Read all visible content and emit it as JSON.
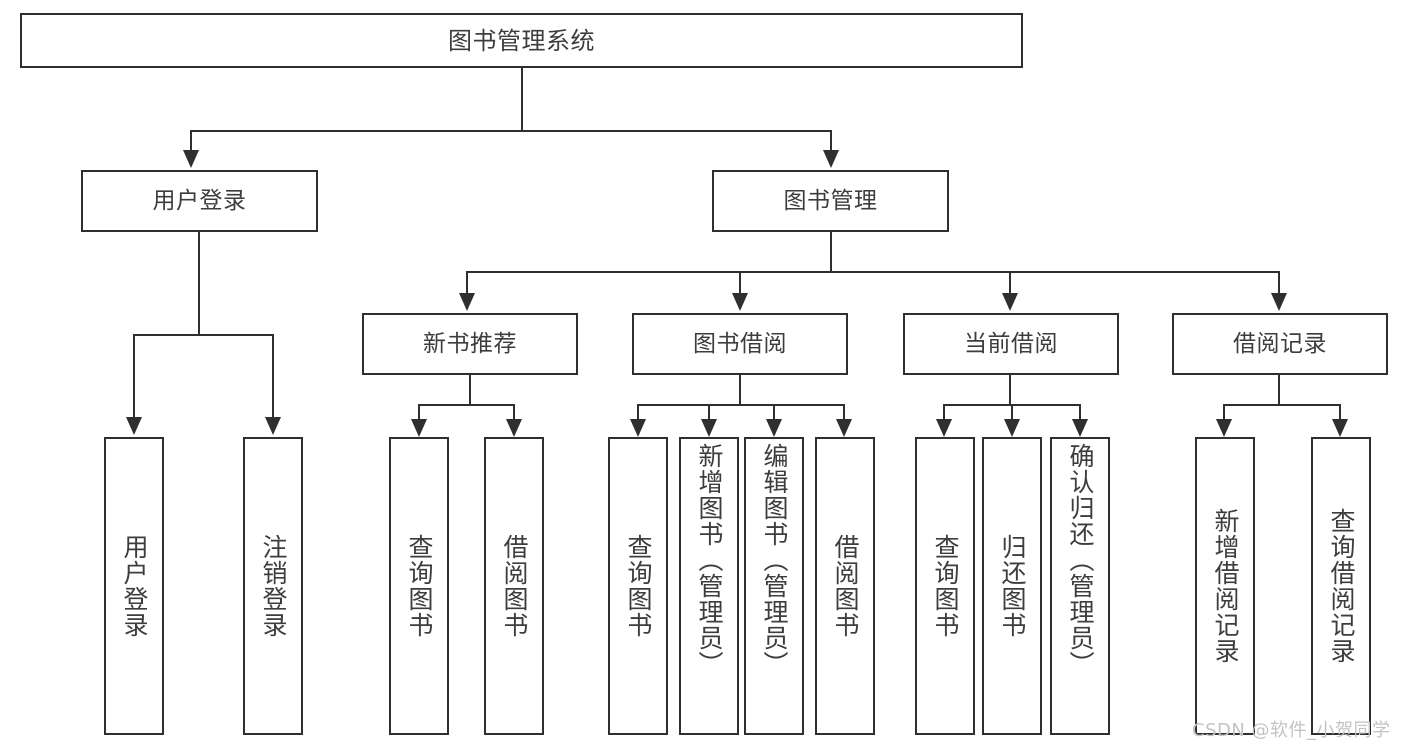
{
  "diagram": {
    "title": "图书管理系统",
    "type": "hierarchy-tree",
    "levels": 4
  },
  "root": {
    "label": "图书管理系统"
  },
  "level2": [
    {
      "label": "用户登录"
    },
    {
      "label": "图书管理"
    }
  ],
  "level3": [
    {
      "label": "新书推荐"
    },
    {
      "label": "图书借阅"
    },
    {
      "label": "当前借阅"
    },
    {
      "label": "借阅记录"
    }
  ],
  "leaves": {
    "user_login": [
      {
        "label": "用户登录"
      },
      {
        "label": "注销登录"
      }
    ],
    "new_book_recommend": [
      {
        "label": "查询图书"
      },
      {
        "label": "借阅图书"
      }
    ],
    "book_borrow": [
      {
        "label": "查询图书"
      },
      {
        "label": "新增图书（管理员）"
      },
      {
        "label": "编辑图书（管理员）"
      },
      {
        "label": "借阅图书"
      }
    ],
    "current_borrow": [
      {
        "label": "查询图书"
      },
      {
        "label": "归还图书"
      },
      {
        "label": "确认归还（管理员）"
      }
    ],
    "borrow_record": [
      {
        "label": "新增借阅记录"
      },
      {
        "label": "查询借阅记录"
      }
    ]
  },
  "watermark": {
    "text": "CSDN @软件_小贺同学"
  },
  "colors": {
    "stroke": "#2f2f2f",
    "text": "#3d3d3d",
    "background": "#ffffff",
    "watermark": "#c3c3c3"
  }
}
